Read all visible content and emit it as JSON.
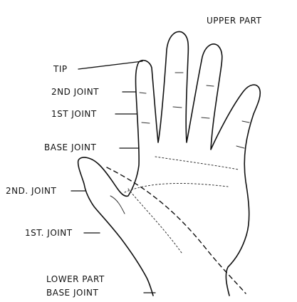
{
  "labels": {
    "upper_part": "UPPER PART",
    "tip": "TIP",
    "second_joint_finger": "2ND JOINT",
    "first_joint_finger": "1ST JOINT",
    "base_joint_finger": "BASE JOINT",
    "second_joint_thumb": "2ND. JOINT",
    "first_joint_thumb": "1ST. JOINT",
    "lower_part": "LOWER PART",
    "base_joint_thumb": "BASE JOINT"
  },
  "colors": {
    "ink": "#111111",
    "background": "#ffffff"
  }
}
